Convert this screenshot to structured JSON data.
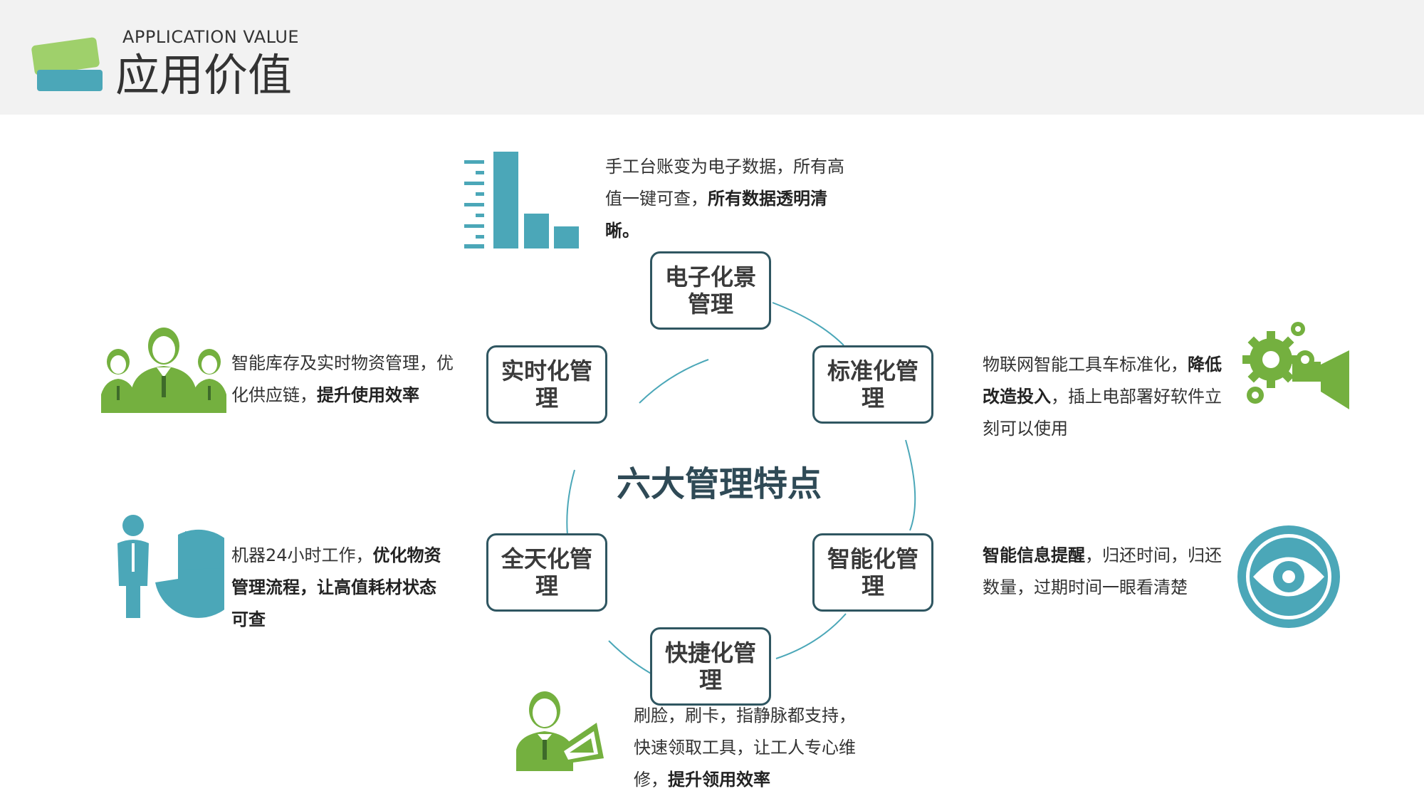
{
  "header": {
    "title_en": "APPLICATION VALUE",
    "title_zh": "应用价值"
  },
  "center_title": "六大管理特点",
  "nodes": {
    "electronic": "电子化景管理",
    "standard": "标准化管理",
    "smart": "智能化管理",
    "fast": "快捷化管理",
    "allday": "全天化管理",
    "realtime": "实时化管理"
  },
  "descriptions": {
    "electronic": {
      "plain": "手工台账变为电子数据，所有高值一键可查，",
      "bold": "所有数据透明清晰。"
    },
    "standard": {
      "plain1": "物联网智能工具车标准化，",
      "bold": "降低改造投入",
      "plain2": "，插上电部署好软件立刻可以使用"
    },
    "smart": {
      "bold": "智能信息提醒",
      "plain": "，归还时间，归还数量，过期时间一眼看清楚"
    },
    "fast": {
      "plain": "刷脸，刷卡，指静脉都支持，快速领取工具，让工人专心维修，",
      "bold": "提升领用效率"
    },
    "allday": {
      "plain": "机器24小时工作，",
      "bold": "优化物资管理流程，让高值耗材状态可查"
    },
    "realtime": {
      "plain": "智能库存及实时物资管理，优化供应链，",
      "bold": "提升使用效率"
    }
  },
  "icons": {
    "electronic": "bar-chart-icon",
    "standard": "gears-camera-icon",
    "smart": "eye-icon",
    "fast": "megaphone-person-icon",
    "allday": "person-pie-chart-icon",
    "realtime": "team-people-icon"
  },
  "colors": {
    "teal": "#4ba7b8",
    "green": "#74b03f",
    "node_border": "#2f5661",
    "header_bg": "#f2f2f2"
  }
}
